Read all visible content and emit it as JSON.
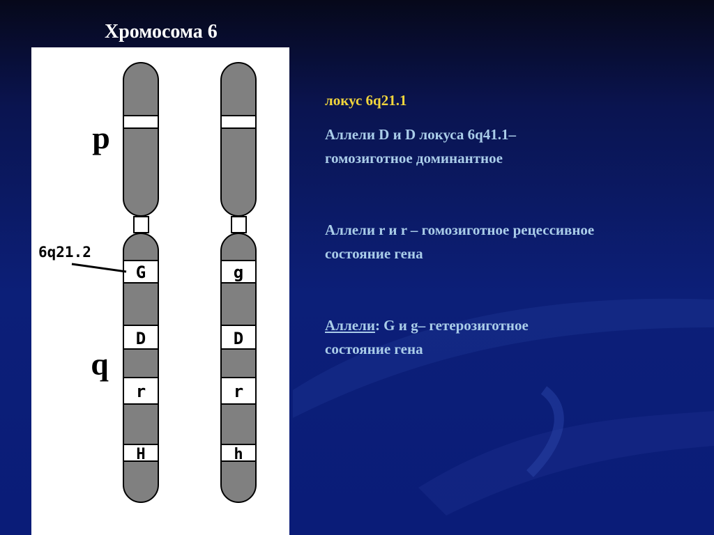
{
  "title": "Хромосома 6",
  "diagram": {
    "arm_labels": {
      "p": "p",
      "q": "q"
    },
    "locus_callout": "6q21.2",
    "chromosome_left": {
      "bands": [
        "G",
        "D",
        "r",
        "H"
      ]
    },
    "chromosome_right": {
      "bands": [
        "g",
        "D",
        "r",
        "h"
      ]
    }
  },
  "text": {
    "locus": "локус 6q21.1",
    "block1_line1": "Аллели D и D локуса 6q41.1–",
    "block1_line2": "гомозиготное доминантное",
    "block2_line1": "Аллели r и r – гомозиготное рецессивное",
    "block2_line2": "состояние гена",
    "block3_word": "Аллели",
    "block3_rest": ": G и g– гетерозиготное",
    "block3_line2": "состояние гена"
  },
  "colors": {
    "background": "#0c1f78",
    "title": "#ffffff",
    "highlight": "#f2d63c",
    "body_text": "#aacde9",
    "chromosome": "#808080"
  }
}
